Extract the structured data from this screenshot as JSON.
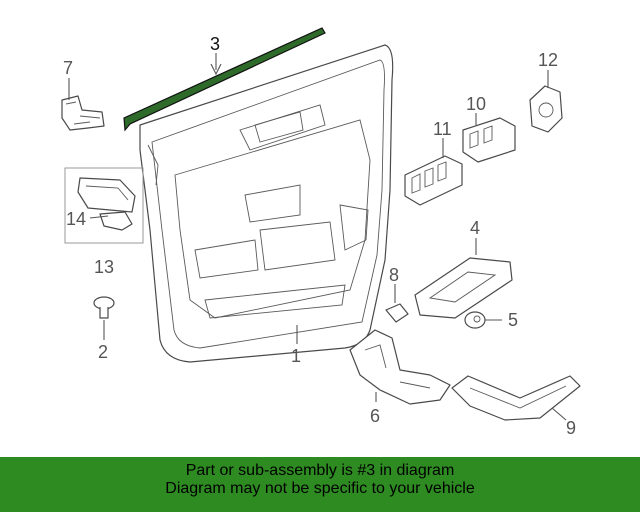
{
  "diagram": {
    "highlight_color": "#2e6b2a",
    "callouts": [
      {
        "id": "3",
        "label": "3"
      },
      {
        "id": "7",
        "label": "7"
      },
      {
        "id": "12",
        "label": "12"
      },
      {
        "id": "10",
        "label": "10"
      },
      {
        "id": "11",
        "label": "11"
      },
      {
        "id": "14",
        "label": "14"
      },
      {
        "id": "13",
        "label": "13"
      },
      {
        "id": "4",
        "label": "4"
      },
      {
        "id": "8",
        "label": "8"
      },
      {
        "id": "5",
        "label": "5"
      },
      {
        "id": "2",
        "label": "2"
      },
      {
        "id": "1",
        "label": "1"
      },
      {
        "id": "6",
        "label": "6"
      },
      {
        "id": "9",
        "label": "9"
      }
    ]
  },
  "banner": {
    "line1": "Part or sub-assembly is #3 in diagram",
    "line2": "Diagram may not be specific to your vehicle",
    "background": "#2e8b22"
  }
}
